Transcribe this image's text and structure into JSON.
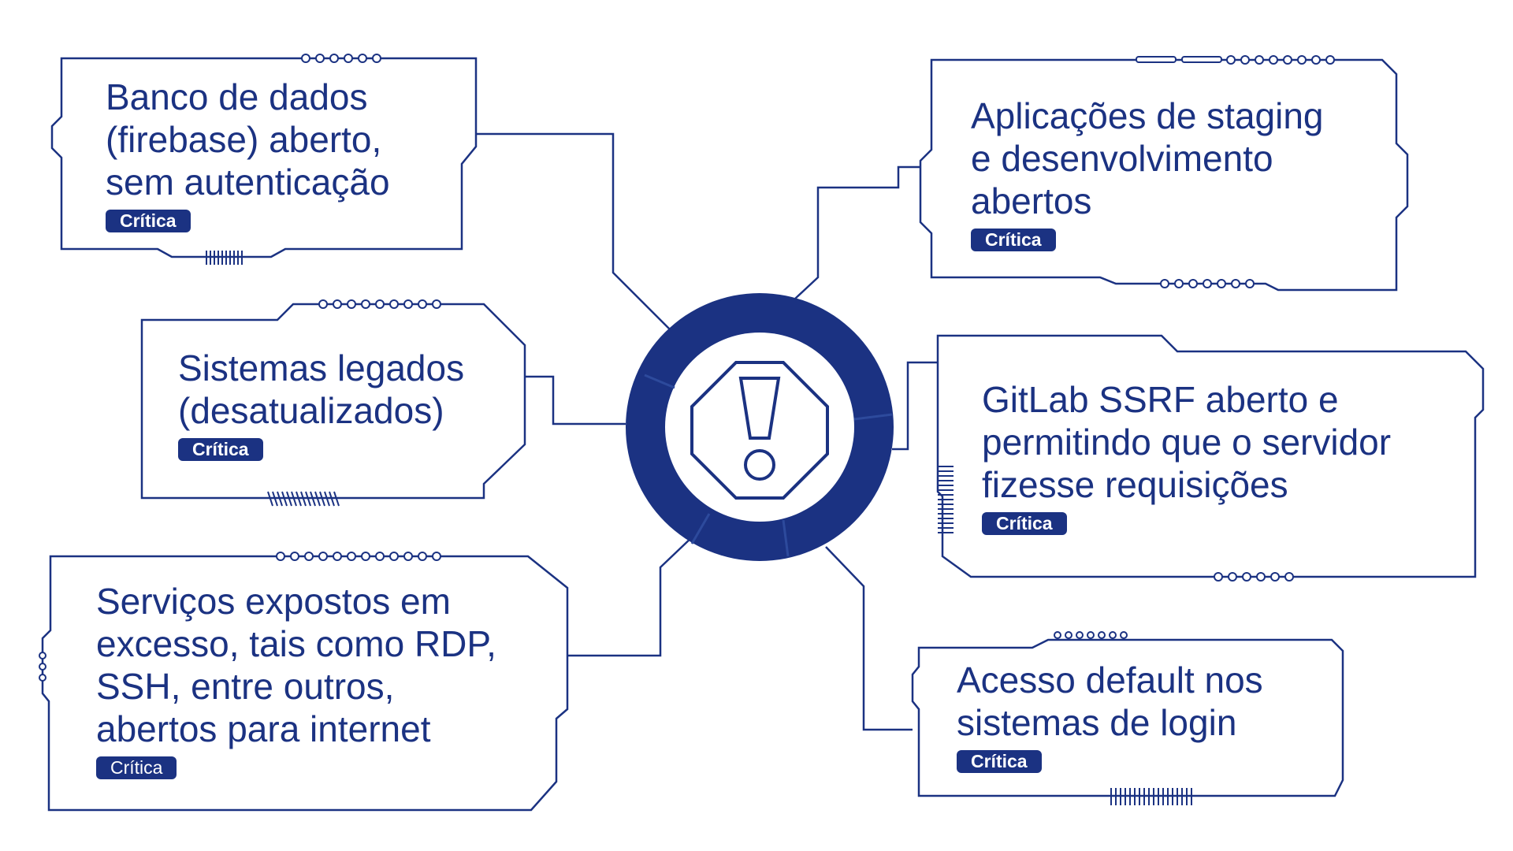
{
  "diagram": {
    "accent_color": "#1b3282",
    "center_icon": "warning-octagon-icon",
    "nodes": [
      {
        "title": "Banco de dados\n(firebase) aberto,\nsem autenticação",
        "badge": "Crítica"
      },
      {
        "title": "Sistemas legados\n(desatualizados)",
        "badge": "Crítica"
      },
      {
        "title": "Serviços expostos em\nexcesso, tais como RDP,\nSSH, entre outros,\nabertos para internet",
        "badge": "Crítica"
      },
      {
        "title": "Aplicações de staging\ne desenvolvimento\nabertos",
        "badge": "Crítica"
      },
      {
        "title": "GitLab SSRF aberto e\npermitindo que o servidor\nfizesse requisições",
        "badge": "Crítica"
      },
      {
        "title": "Acesso default nos\nsistemas de login",
        "badge": "Crítica"
      }
    ]
  }
}
